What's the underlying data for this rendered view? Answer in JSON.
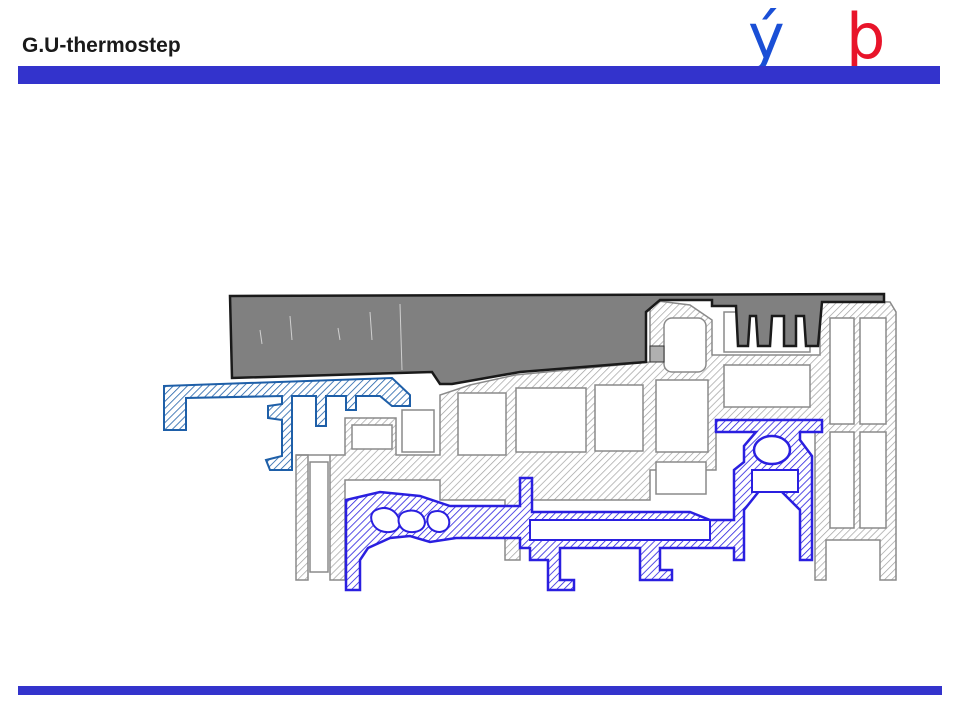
{
  "header": {
    "title": "G.U-thermostep",
    "logo_left_char": "ý",
    "logo_right_char": "þ"
  },
  "colors": {
    "accent_bar": "#3333cc",
    "logo_left": "#1a4fd6",
    "logo_right": "#e8142a",
    "threshold_cover": "#808080",
    "frame_outline": "#9a9a9a",
    "frame_fill": "#ffffff",
    "thermal_profile": "#2a1fe0",
    "drain_profile": "#1e5fa8"
  },
  "icons": {
    "logo": "stylized-yb-logo"
  }
}
